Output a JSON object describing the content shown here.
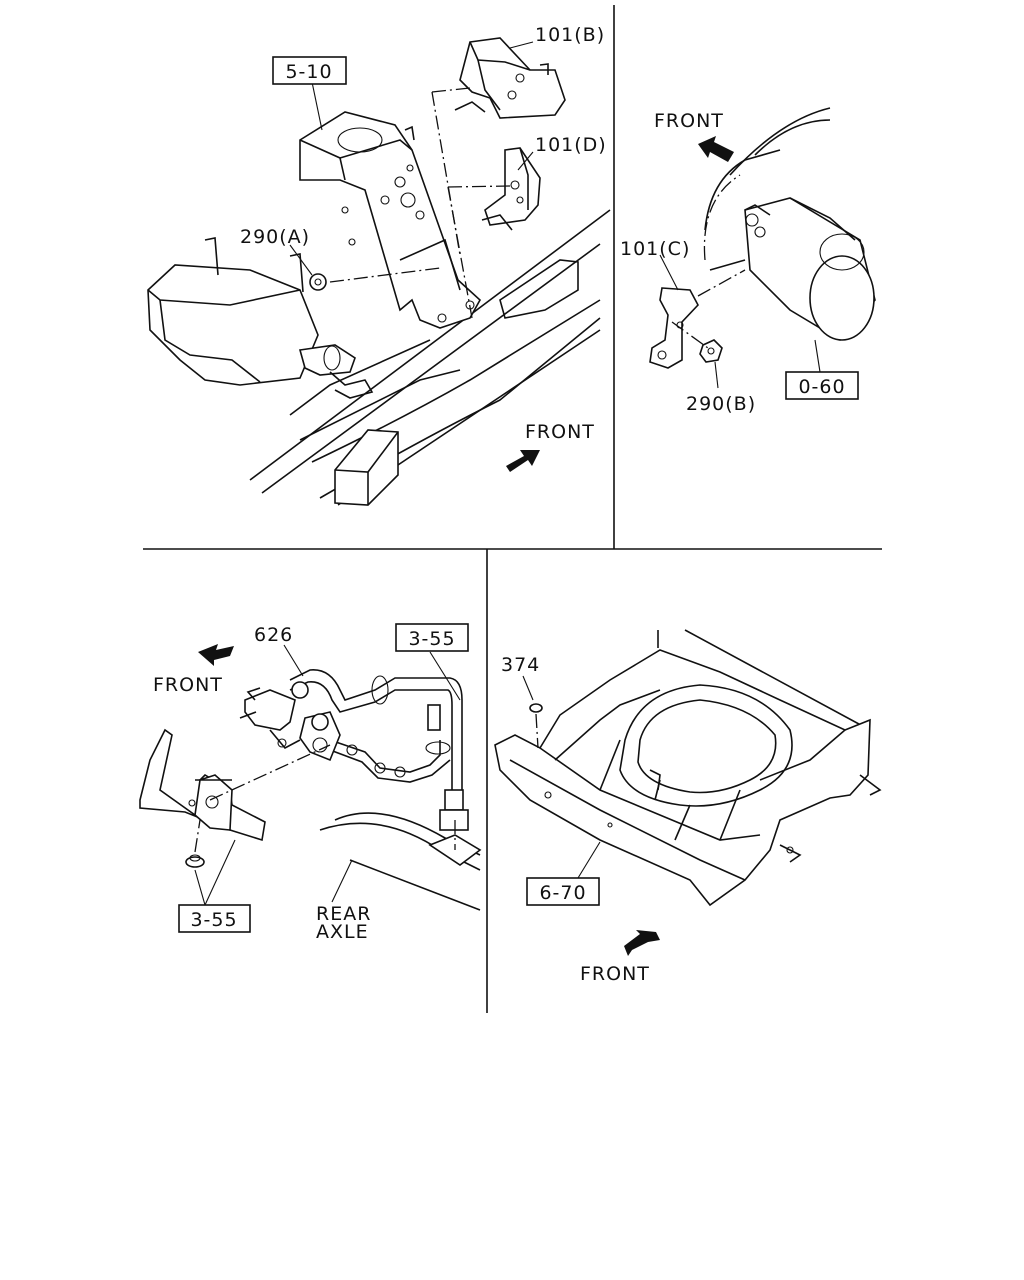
{
  "panels": {
    "top_left": {
      "ref_box": "5-10",
      "labels": {
        "part_101b": "101(B)",
        "part_101d": "101(D)",
        "part_290a": "290(A)",
        "front": "FRONT"
      }
    },
    "top_right": {
      "ref_box": "0-60",
      "labels": {
        "front": "FRONT",
        "part_101c": "101(C)",
        "part_290b": "290(B)"
      }
    },
    "bottom_left": {
      "ref_box_top": "3-55",
      "ref_box_bottom": "3-55",
      "labels": {
        "part_626": "626",
        "front": "FRONT",
        "rear": "REAR",
        "axle": "AXLE"
      }
    },
    "bottom_right": {
      "ref_box": "6-70",
      "labels": {
        "part_374": "374",
        "front": "FRONT"
      }
    }
  },
  "icons": {
    "front_arrow": "bold-arrow-icon"
  }
}
